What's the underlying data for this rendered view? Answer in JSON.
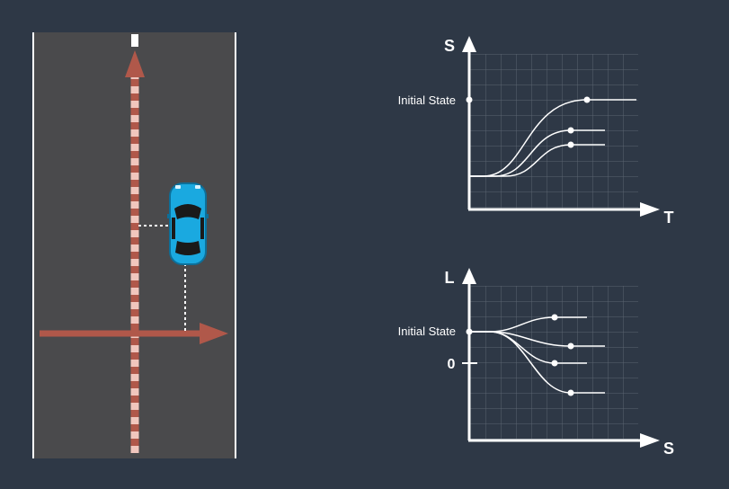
{
  "colors": {
    "background": "#2e3846",
    "road": "#4a4a4c",
    "road_edge": "#ffffff",
    "arrow": "#b0584a",
    "dash_light": "#f1c6bd",
    "car": "#1aa9e0",
    "grid": "#5b6470",
    "curve": "#ffffff"
  },
  "road_scene": {
    "car_icon": "car-top-view-icon",
    "longitudinal_axis": "vertical-arrow",
    "lateral_axis": "horizontal-arrow"
  },
  "top_plot": {
    "y_axis_label": "S",
    "x_axis_label": "T",
    "initial_state_label": "Initial State"
  },
  "bottom_plot": {
    "y_axis_label": "L",
    "x_axis_label": "S",
    "initial_state_label": "Initial State",
    "zero_label": "0"
  }
}
